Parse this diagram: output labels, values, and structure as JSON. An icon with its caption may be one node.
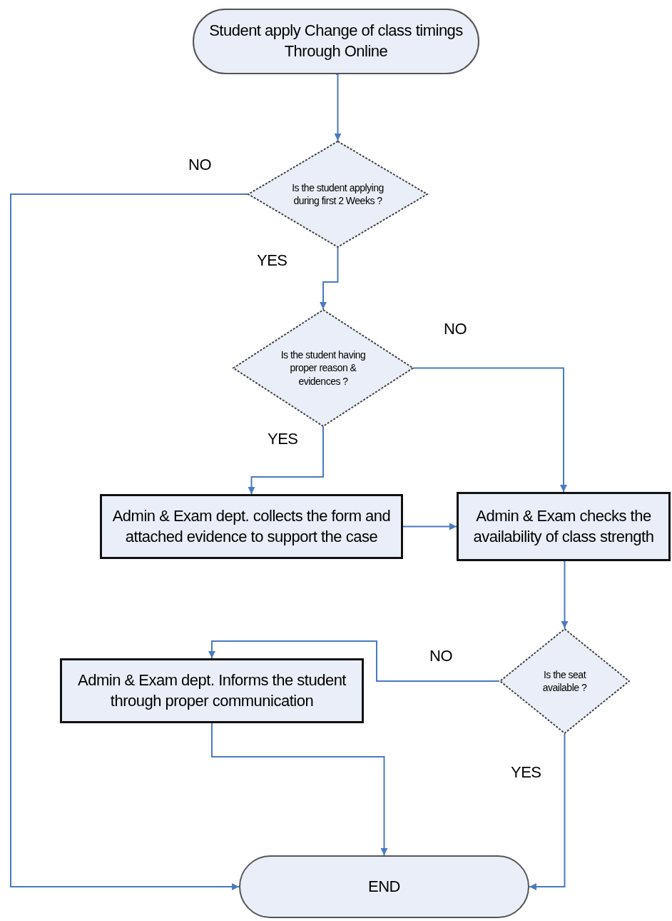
{
  "diagram": {
    "nodes": [
      {
        "text": [
          "Student apply Change of class timings Through Online"
        ]
      },
      {
        "text": [
          "Is the student applying during first 2 Weeks ?"
        ]
      },
      {
        "text": [
          "Is the student having proper reason & evidences ?"
        ]
      },
      {
        "text": [
          "Admin & Exam dept. collects the form and attached evidence to support the case"
        ]
      },
      {
        "text": [
          "Admin & Exam checks the availability of class strength"
        ]
      },
      {
        "text": [
          "Is the seat available ?"
        ]
      },
      {
        "text": [
          "Admin & Exam dept. Informs the student through proper communication"
        ]
      },
      {
        "text": [
          "END"
        ]
      }
    ],
    "edges": [
      {
        "from": 0,
        "to": 1,
        "arrow": "to"
      },
      {
        "from": 1,
        "to": 7,
        "arrow": "to",
        "label": "NO"
      },
      {
        "from": 1,
        "to": 2,
        "arrow": "to",
        "label": "YES"
      },
      {
        "from": 2,
        "to": 4,
        "arrow": "to",
        "label": "NO"
      },
      {
        "from": 2,
        "to": 3,
        "arrow": "to",
        "label": "YES"
      },
      {
        "from": 3,
        "to": 4,
        "arrow": "to"
      },
      {
        "from": 4,
        "to": 5,
        "arrow": "to"
      },
      {
        "from": 5,
        "to": 6,
        "arrow": "to",
        "label": "NO"
      },
      {
        "from": 5,
        "to": 7,
        "arrow": "to",
        "label": "YES"
      },
      {
        "from": 6,
        "to": 7,
        "arrow": "to"
      }
    ]
  }
}
